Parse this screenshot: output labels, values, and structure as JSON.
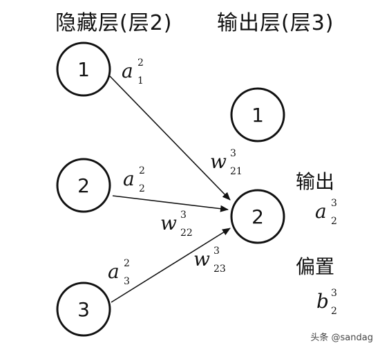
{
  "headers": {
    "hidden_layer": "隐藏层(层2)",
    "output_layer": "输出层(层3)"
  },
  "hidden_nodes": [
    "1",
    "2",
    "3"
  ],
  "output_nodes": [
    "1",
    "2"
  ],
  "activations": [
    {
      "base": "a",
      "sup": "2",
      "sub": "1"
    },
    {
      "base": "a",
      "sup": "2",
      "sub": "2"
    },
    {
      "base": "a",
      "sup": "2",
      "sub": "3"
    }
  ],
  "weights": [
    {
      "base": "w",
      "sup": "3",
      "sub": "21"
    },
    {
      "base": "w",
      "sup": "3",
      "sub": "22"
    },
    {
      "base": "w",
      "sup": "3",
      "sub": "23"
    }
  ],
  "output_label": "输出",
  "output_symbol": {
    "base": "a",
    "sup": "3",
    "sub": "2"
  },
  "bias_label": "偏置",
  "bias_symbol": {
    "base": "b",
    "sup": "3",
    "sub": "2"
  },
  "watermark": "头条 @sandag"
}
